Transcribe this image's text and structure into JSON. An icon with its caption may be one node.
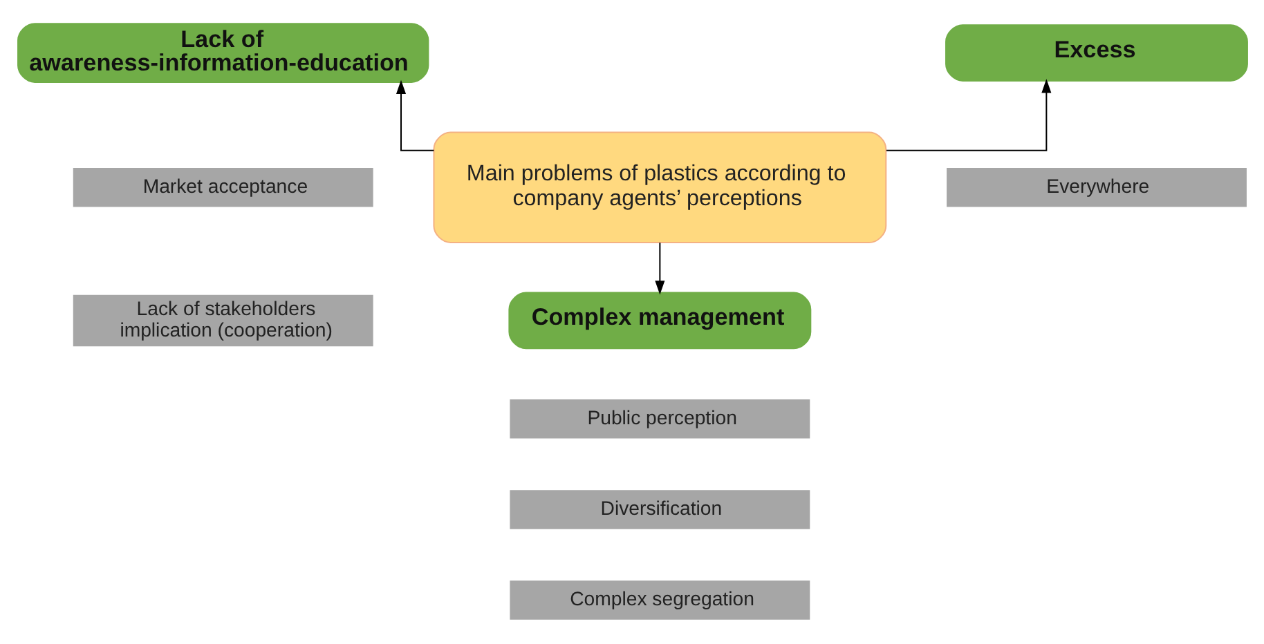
{
  "diagram": {
    "nodes": [
      {
        "text": [
          "Main problems of plastics according to company agents’ perceptions"
        ]
      },
      {
        "text": [
          "Lack of awareness-information-education"
        ]
      },
      {
        "text": [
          "Market acceptance"
        ]
      },
      {
        "text": [
          "Lack of stakeholders implication (cooperation)"
        ]
      },
      {
        "text": [
          "Excess"
        ]
      },
      {
        "text": [
          "Everywhere"
        ]
      },
      {
        "text": [
          "Complex management"
        ]
      },
      {
        "text": [
          "Public perception"
        ]
      },
      {
        "text": [
          "Diversification"
        ]
      },
      {
        "text": [
          "Complex segregation"
        ]
      }
    ],
    "edges": [
      {
        "from": 0,
        "to": 1,
        "arrow": "to"
      },
      {
        "from": 0,
        "to": 4,
        "arrow": "to"
      },
      {
        "from": 0,
        "to": 6,
        "arrow": "to"
      }
    ]
  }
}
